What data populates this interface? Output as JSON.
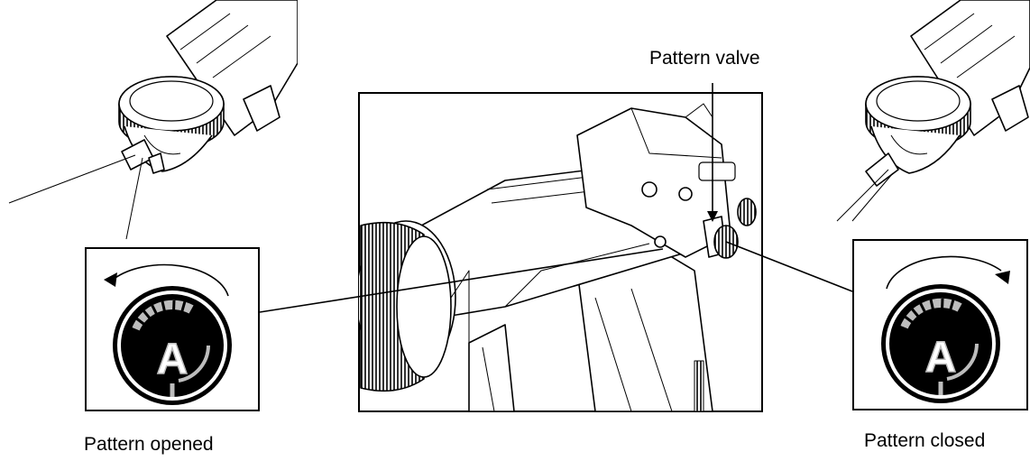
{
  "labels": {
    "pattern_valve": "Pattern valve",
    "pattern_opened": "Pattern opened",
    "pattern_closed": "Pattern closed"
  },
  "icons": {
    "left_badge": "A",
    "right_badge": "A",
    "left_rotation": "counterclockwise-arrow-icon",
    "right_rotation": "clockwise-arrow-icon"
  },
  "colors": {
    "line": "#000000",
    "background": "#ffffff",
    "dial_gray": "#bdbdbd"
  }
}
